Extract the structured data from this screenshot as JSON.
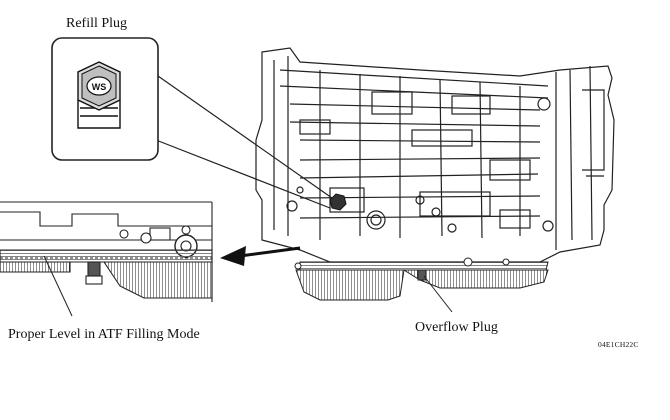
{
  "labels": {
    "refill_plug": "Refill Plug",
    "proper_level": "Proper Level in ATF Filling Mode",
    "overflow_plug": "Overflow Plug",
    "figure_code": "04E1CH22C"
  },
  "icons": {
    "plug_head": "refill-plug-icon",
    "arrow": "left-arrow-icon"
  },
  "colors": {
    "line": "#222222",
    "hatch": "#555555",
    "background": "#ffffff"
  }
}
